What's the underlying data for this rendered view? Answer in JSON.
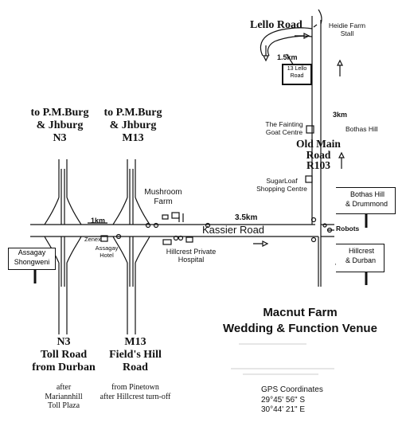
{
  "directions": {
    "n3_top": [
      "to P.M.Burg",
      "& Jhburg",
      "N3"
    ],
    "m13_top": [
      "to P.M.Burg",
      "& Jhburg",
      "M13"
    ],
    "n3_bottom": [
      "N3",
      "Toll Road",
      "from Durban"
    ],
    "n3_note": [
      "after",
      "Mariannhill",
      "Toll Plaza"
    ],
    "m13_bottom": [
      "M13",
      "Field's Hill",
      "Road"
    ],
    "m13_note": [
      "from Pinetown",
      "after Hillcrest turn-off"
    ]
  },
  "roads": {
    "lello": "Lello Road",
    "kassier": "Kassier Road",
    "old_main": [
      "Old Main",
      "Road",
      "R103"
    ]
  },
  "distances": {
    "d_1km": "1km",
    "d_3_5km": "3.5km",
    "d_3km": "3km",
    "d_1_5km": "1.5km"
  },
  "landmarks": {
    "heidie": [
      "Heidie Farm",
      "Stall"
    ],
    "lello13": [
      "13 Lello",
      "Road"
    ],
    "bothas_hill": "Bothas Hill",
    "fainting_goat": [
      "The Fainting",
      "Goat Centre"
    ],
    "sugarloaf": [
      "SugarLoaf",
      "Shopping Centre"
    ],
    "mushroom": [
      "Mushroom",
      "Farm"
    ],
    "zenex": "Zenex",
    "assagay_hotel": [
      "Assagay",
      "Hotel"
    ],
    "hillcrest_hospital": [
      "Hillcrest Private",
      "Hospital"
    ],
    "robots": "Robots"
  },
  "signs": {
    "assagay_shongweni": [
      "Assagay",
      "Shongweni"
    ],
    "bothas_drummond": [
      "Bothas Hill",
      "& Drummond"
    ],
    "hillcrest_durban": [
      "Hillcrest",
      "& Durban"
    ]
  },
  "venue": {
    "title": [
      "Macnut Farm",
      "Wedding & Function Venue"
    ]
  },
  "gps": {
    "label": "GPS Coordinates",
    "lat": "29°45' 56\" S",
    "lon": "30°44' 21\" E"
  }
}
